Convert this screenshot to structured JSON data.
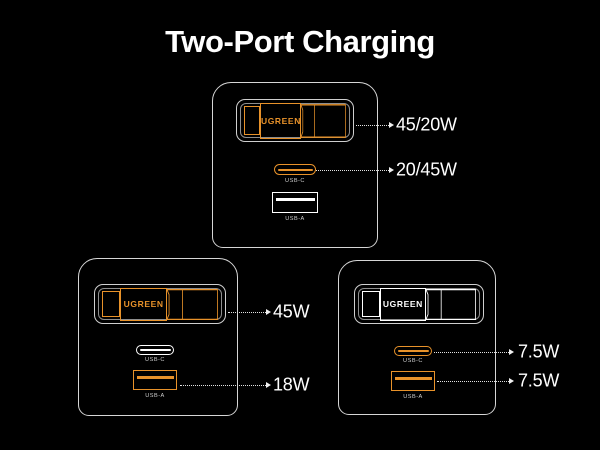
{
  "page": {
    "title": "Two-Port Charging",
    "background_color": "#000000",
    "accent_orange": "#e8922a",
    "neutral_white": "#ffffff"
  },
  "chargers": [
    {
      "id": "top",
      "position": "top-center",
      "logo_text": "UGREEN",
      "logo_band_state": "highlighted",
      "ports": [
        {
          "type": "USB-C",
          "label": "USB-C",
          "state": "highlighted"
        },
        {
          "type": "USB-A",
          "label": "USB-A",
          "state": "normal"
        }
      ],
      "callouts": [
        {
          "target": "logo-band",
          "value": "45/20W"
        },
        {
          "target": "usb-c",
          "value": "20/45W"
        }
      ]
    },
    {
      "id": "bottom-left",
      "position": "bottom-left",
      "logo_text": "UGREEN",
      "logo_band_state": "highlighted",
      "ports": [
        {
          "type": "USB-C",
          "label": "USB-C",
          "state": "normal"
        },
        {
          "type": "USB-A",
          "label": "USB-A",
          "state": "highlighted"
        }
      ],
      "callouts": [
        {
          "target": "logo-band",
          "value": "45W"
        },
        {
          "target": "usb-a",
          "value": "18W"
        }
      ]
    },
    {
      "id": "bottom-right",
      "position": "bottom-right",
      "logo_text": "UGREEN",
      "logo_band_state": "normal",
      "ports": [
        {
          "type": "USB-C",
          "label": "USB-C",
          "state": "highlighted"
        },
        {
          "type": "USB-A",
          "label": "USB-A",
          "state": "highlighted"
        }
      ],
      "callouts": [
        {
          "target": "usb-c",
          "value": "7.5W"
        },
        {
          "target": "usb-a",
          "value": "7.5W"
        }
      ]
    }
  ]
}
